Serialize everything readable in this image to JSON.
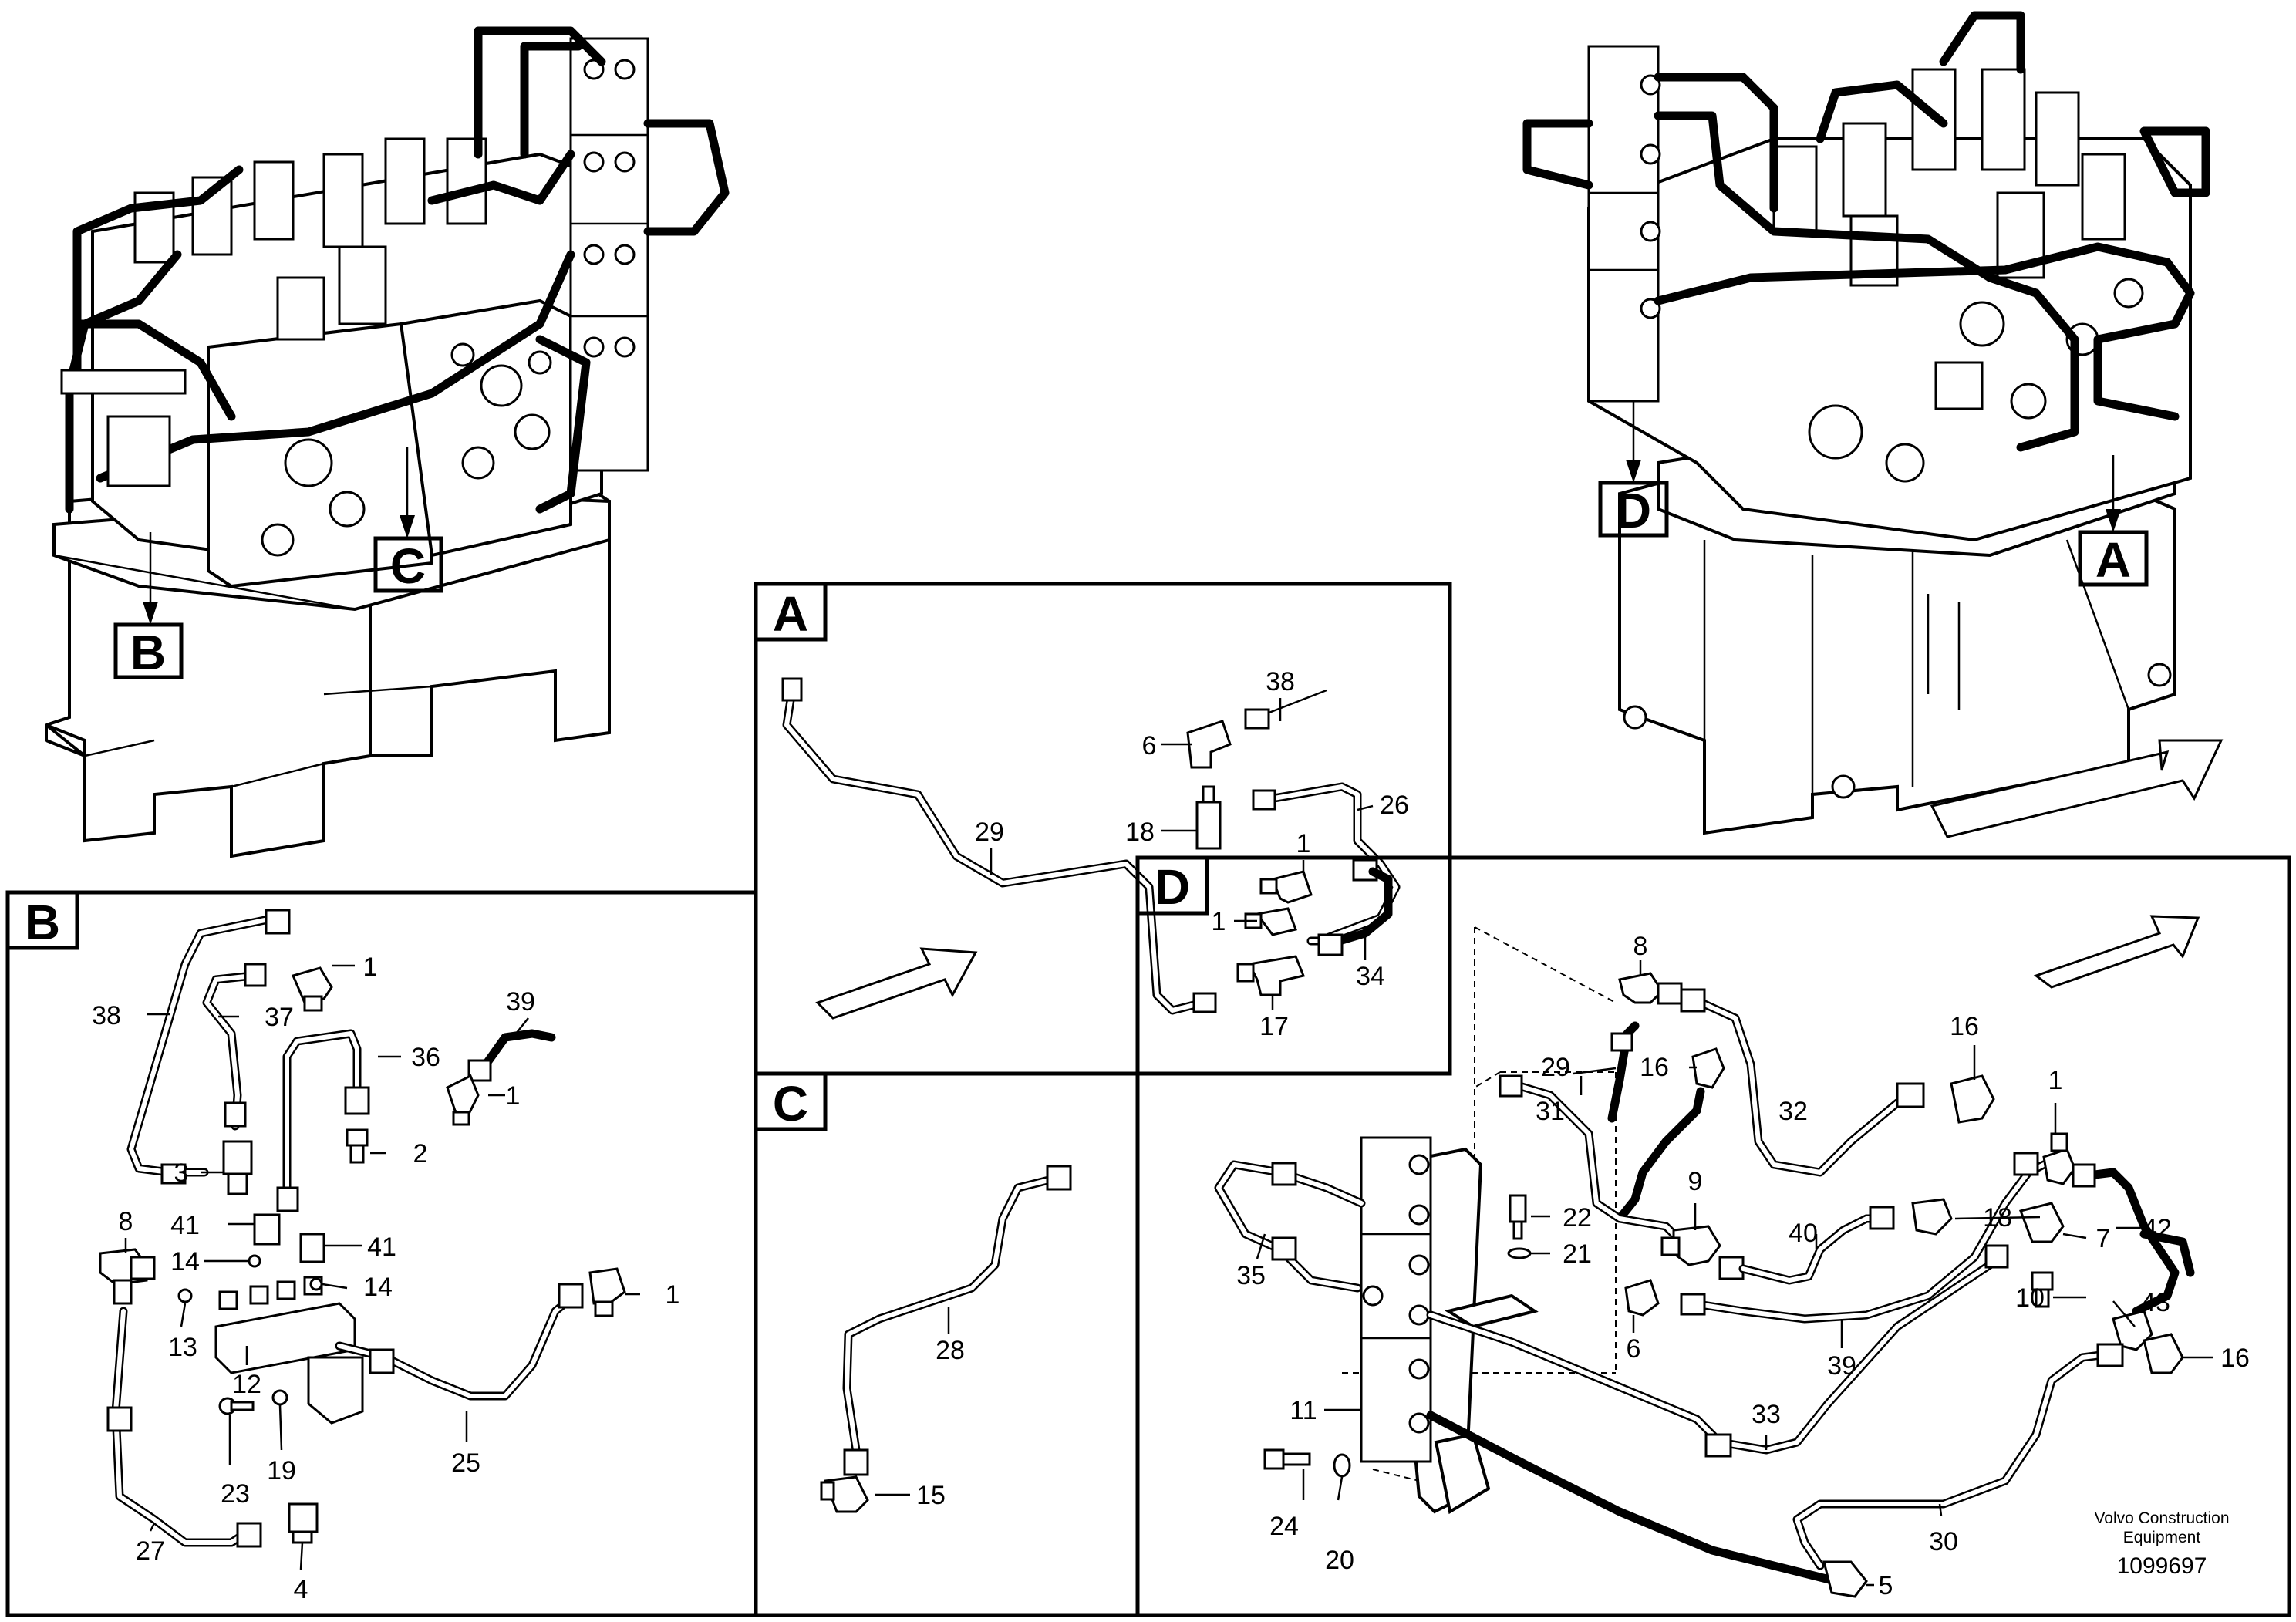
{
  "views": {
    "left_tag_b": "B",
    "left_tag_c": "C",
    "right_tag_d": "D",
    "right_tag_a": "A"
  },
  "panels": {
    "a": {
      "tag": "A",
      "labels": [
        "38",
        "6",
        "26",
        "18",
        "29",
        "1",
        "1",
        "34",
        "17"
      ]
    },
    "b": {
      "tag": "B",
      "labels": [
        "1",
        "39",
        "38",
        "37",
        "36",
        "1",
        "3",
        "2",
        "8",
        "41",
        "41",
        "14",
        "14",
        "1",
        "13",
        "12",
        "25",
        "19",
        "23",
        "27",
        "4"
      ]
    },
    "c": {
      "tag": "C",
      "labels": [
        "28",
        "15"
      ]
    },
    "d": {
      "tag": "D",
      "labels": [
        "8",
        "16",
        "29",
        "16",
        "32",
        "1",
        "31",
        "22",
        "9",
        "18",
        "42",
        "40",
        "21",
        "7",
        "35",
        "6",
        "39",
        "10",
        "43",
        "16",
        "11",
        "33",
        "24",
        "20",
        "30",
        "5"
      ]
    }
  },
  "footer": {
    "brand_line1": "Volvo Construction",
    "brand_line2": "Equipment",
    "doc_number": "1099697"
  }
}
